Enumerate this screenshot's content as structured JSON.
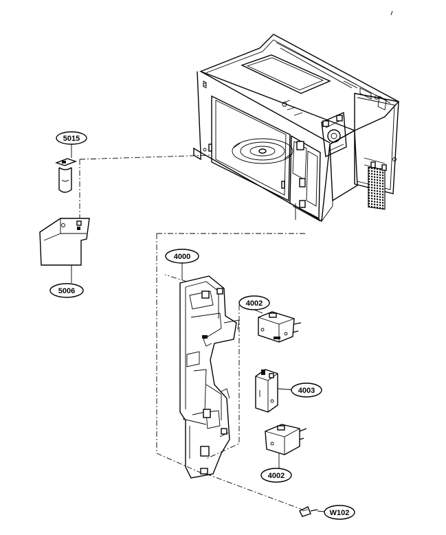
{
  "labels": {
    "part_5015": "5015",
    "part_5006": "5006",
    "part_4000": "4000",
    "part_4002_top": "4002",
    "part_4003": "4003",
    "part_4002_bottom": "4002",
    "part_w102": "W102"
  }
}
